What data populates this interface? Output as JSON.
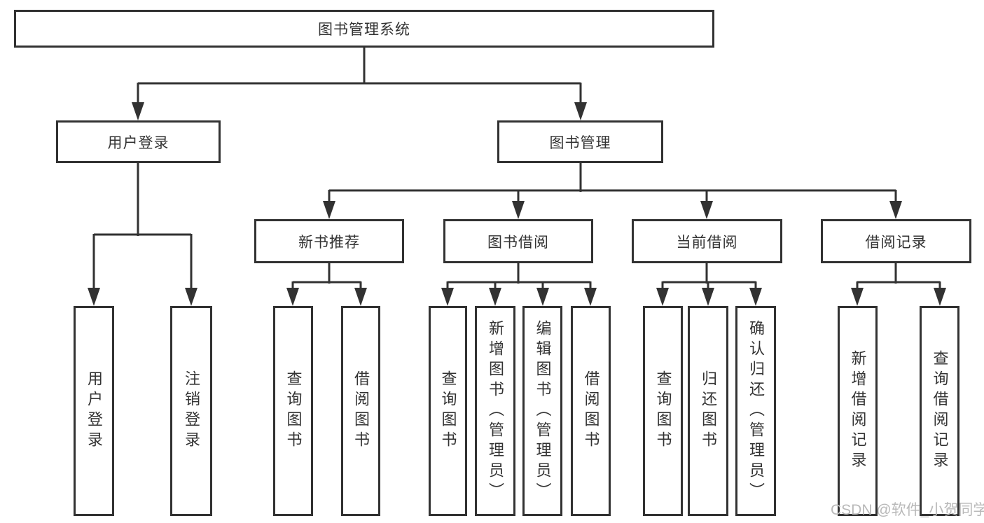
{
  "title": "图书管理系统",
  "watermark": "CSDN @软件_小贺同学",
  "colors": {
    "line": "#323232",
    "box_border": "#323232",
    "text": "#333333",
    "watermark": "#b9b9b9",
    "background": "#ffffff"
  },
  "tree": {
    "label": "图书管理系统",
    "children": [
      {
        "label": "用户登录",
        "children": [
          {
            "label": "用户登录"
          },
          {
            "label": "注销登录"
          }
        ]
      },
      {
        "label": "图书管理",
        "children": [
          {
            "label": "新书推荐",
            "children": [
              {
                "label": "查询图书"
              },
              {
                "label": "借阅图书"
              }
            ]
          },
          {
            "label": "图书借阅",
            "children": [
              {
                "label": "查询图书"
              },
              {
                "label": "新增图书（管理员）"
              },
              {
                "label": "编辑图书（管理员）"
              },
              {
                "label": "借阅图书"
              }
            ]
          },
          {
            "label": "当前借阅",
            "children": [
              {
                "label": "查询图书"
              },
              {
                "label": "归还图书"
              },
              {
                "label": "确认归还（管理员）"
              }
            ]
          },
          {
            "label": "借阅记录",
            "children": [
              {
                "label": "新增借阅记录"
              },
              {
                "label": "查询借阅记录"
              }
            ]
          }
        ]
      }
    ]
  }
}
